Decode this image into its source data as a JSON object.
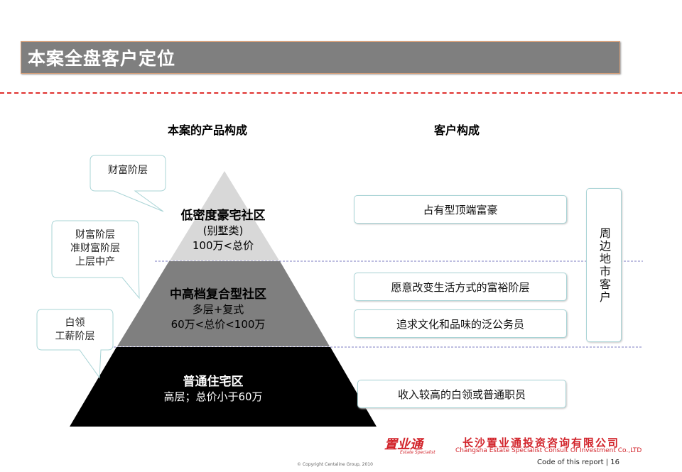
{
  "header": {
    "title": "本案全盘客户定位"
  },
  "columns": {
    "product": "本案的产品构成",
    "customer": "客户构成"
  },
  "pyramid": {
    "top": {
      "name": "低密度豪宅社区",
      "type": "(别墅类)",
      "price": "100万<总价",
      "color": "#d8d8d8"
    },
    "middle": {
      "name": "中高档复合型社区",
      "type": "多层+复式",
      "price": "60万<总价<100万",
      "color": "#7f7f7f"
    },
    "bottom": {
      "name": "普通住宅区",
      "type": "高层；总价小于60万",
      "color": "#000000"
    }
  },
  "bubbles": {
    "b1": {
      "line1": "财富阶层"
    },
    "b2": {
      "line1": "财富阶层",
      "line2": "准财富阶层",
      "line3": "上层中产"
    },
    "b3": {
      "line1": "白领",
      "line2": "工薪阶层"
    }
  },
  "customers": {
    "c1": "占有型顶端富豪",
    "c2": "愿意改变生活方式的富裕阶层",
    "c3": "追求文化和品味的泛公务员",
    "c4": "收入较高的白领或普通职员"
  },
  "side_label": "周边地市客户",
  "footer": {
    "logo_mark": "置业通",
    "logo_sub": "Estate Specialist",
    "company_cn": "长沙置业通投资咨询有限公司",
    "company_en": "Changsha Estate Specialist Consult Of Investment Co.,LTD",
    "copyright": "© Copyright Centaline Group, 2010",
    "code": "Code of this report  |  16"
  }
}
